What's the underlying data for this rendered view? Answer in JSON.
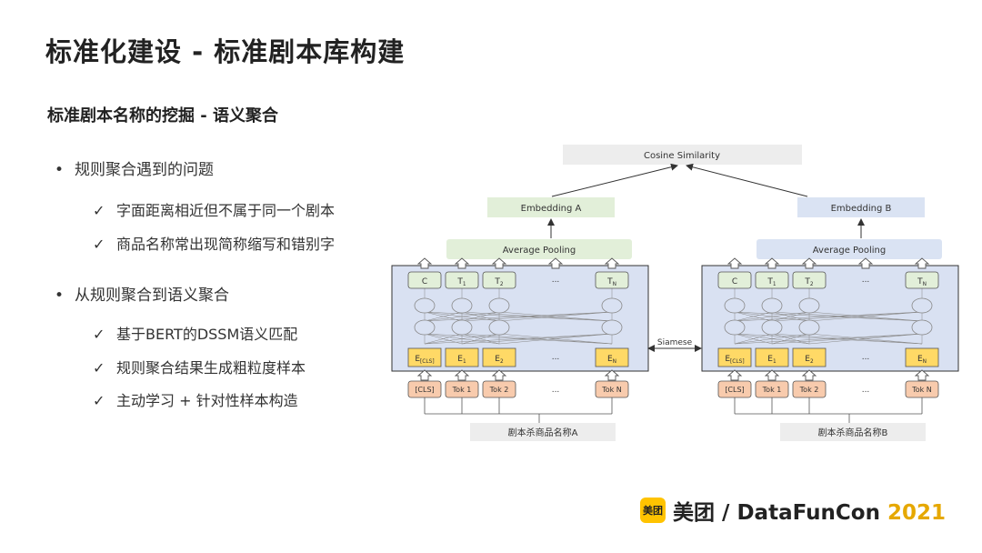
{
  "title": "标准化建设 - 标准剧本库构建",
  "subtitle": "标准剧本名称的挖掘 - 语义聚合",
  "bullets": [
    {
      "text": "规则聚合遇到的问题",
      "subs": [
        "字面距离相近但不属于同一个剧本",
        "商品名称常出现简称缩写和错别字"
      ]
    },
    {
      "text": "从规则聚合到语义聚合",
      "subs": [
        "基于BERT的DSSM语义匹配",
        "规则聚合结果生成粗粒度样本",
        "主动学习 + 针对性样本构造"
      ]
    }
  ],
  "glyphs": {
    "bullet": "•",
    "check": "✓"
  },
  "diagram": {
    "cosine": "Cosine Similarity",
    "siamese": "Siamese",
    "left": {
      "embedding": "Embedding A",
      "pooling": "Average Pooling",
      "input": "剧本杀商品名称A"
    },
    "right": {
      "embedding": "Embedding B",
      "pooling": "Average Pooling",
      "input": "剧本杀商品名称B"
    },
    "outputs": [
      "C",
      "T",
      "T",
      "...",
      "T"
    ],
    "output_subs": [
      "",
      "1",
      "2",
      "",
      "N"
    ],
    "embeds": [
      "E",
      "E",
      "E",
      "...",
      "E"
    ],
    "embed_subs": [
      "[CLS]",
      "1",
      "2",
      "",
      "N"
    ],
    "tokens": [
      "[CLS]",
      "Tok 1",
      "Tok 2",
      "...",
      "Tok N"
    ],
    "colors": {
      "embed_a": "#e2efd9",
      "embed_b": "#dae3f3",
      "bert_bg": "#d9e1f2",
      "output": "#e2efd9",
      "embed": "#ffd966",
      "token": "#f8cbad",
      "cosine": "#ededed"
    }
  },
  "footer": {
    "logo": "美团",
    "brand": "美团",
    "slash": "/",
    "conf": "DataFunCon",
    "year": "2021"
  }
}
